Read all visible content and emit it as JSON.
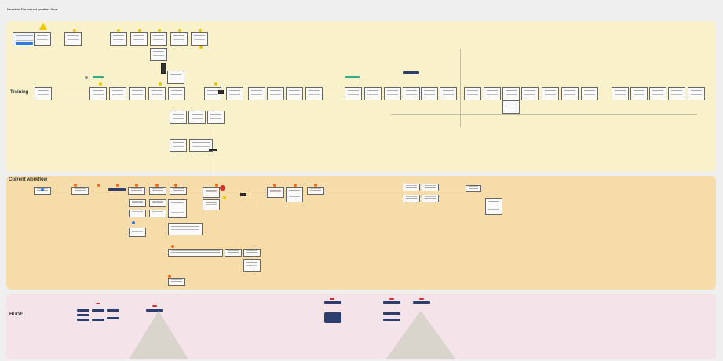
{
  "board": {
    "title": "Nevaleni Pro mercei product flow"
  },
  "sections": [
    {
      "id": "training",
      "label": "Training",
      "color": "#f8f1c9"
    },
    {
      "id": "current-workflow",
      "label": "Current workflow",
      "color": "#f5dca9"
    },
    {
      "id": "huge",
      "label": "HUGE",
      "color": "#f4e4ea"
    }
  ],
  "colors": {
    "board_bg": "#efefef",
    "training_bg": "#f8f1c9",
    "workflow_bg": "#f5dca9",
    "huge_bg": "#f4e4ea",
    "note_yellow": "#e9c400",
    "note_orange": "#ef6a1a",
    "navy_block": "#2b3f6f"
  }
}
